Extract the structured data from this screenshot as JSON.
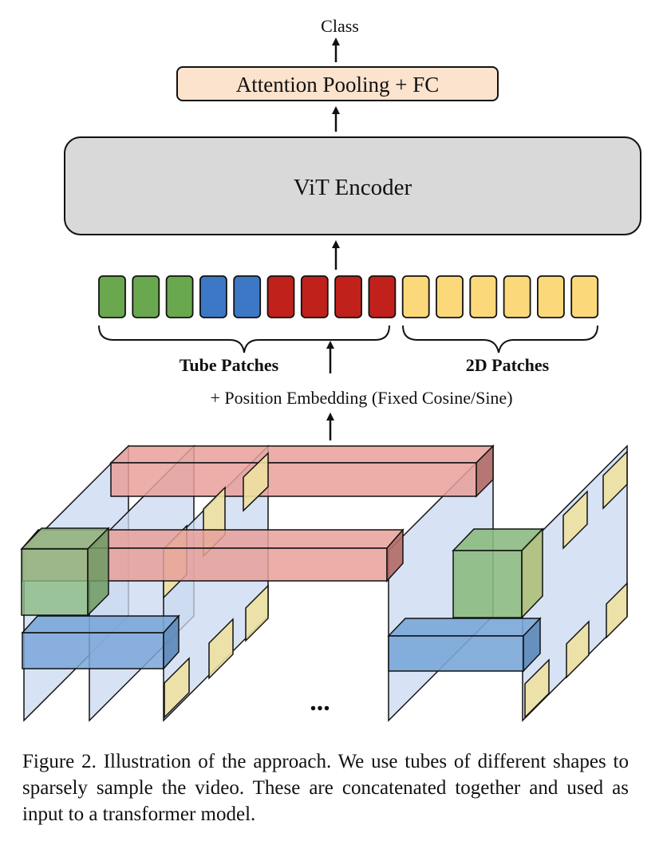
{
  "diagram": {
    "class_label": "Class",
    "pooling_label": "Attention Pooling + FC",
    "encoder_label": "ViT Encoder",
    "tube_patches_label": "Tube Patches",
    "patches_2d_label": "2D Patches",
    "position_embedding_label": "+ Position Embedding (Fixed Cosine/Sine)",
    "ellipsis": "...",
    "token_groups": [
      {
        "kind": "tube",
        "color": "#6aa84f",
        "count": 3
      },
      {
        "kind": "tube",
        "color": "#3d78c6",
        "count": 2
      },
      {
        "kind": "tube",
        "color": "#c0211b",
        "count": 4
      },
      {
        "kind": "2d",
        "color": "#fbd97a",
        "count": 6
      }
    ],
    "colors": {
      "pooling_fill": "#fbe3cd",
      "encoder_fill": "#d9d9d9",
      "frame_fill": "#c9daf0",
      "red_tube": "#e8a09a",
      "green_tube": "#8cba82",
      "blue_tube": "#7aa6d8",
      "patch_2d": "#eee0a0"
    }
  },
  "caption": "Figure 2.  Illustration of the approach.  We use tubes of different shapes to sparsely sample the video.  These are concatenated together and used as input to a transformer model."
}
